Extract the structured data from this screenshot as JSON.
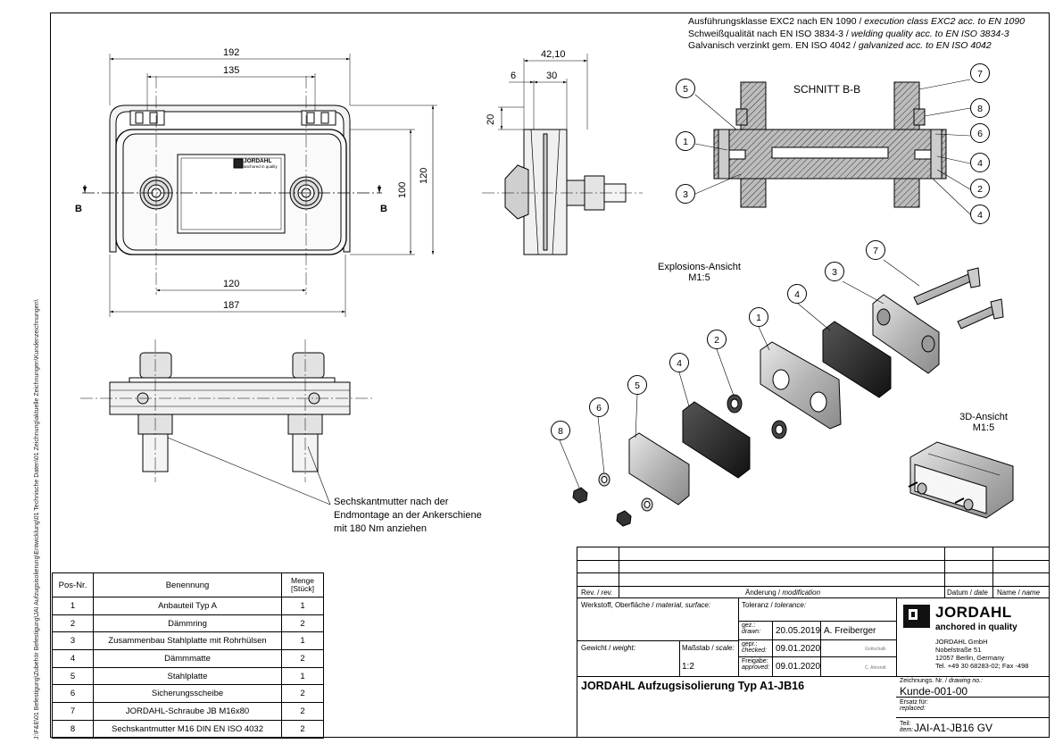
{
  "notes": {
    "line1_de": "Ausführungsklasse EXC2 nach EN 1090 /",
    "line1_en": "execution class EXC2 acc. to EN 1090",
    "line2_de": "Schweißqualität nach EN ISO 3834-3 /",
    "line2_en": "welding quality acc. to EN ISO 3834-3",
    "line3_de": "Galvanisch verzinkt gem. EN ISO 4042 /",
    "line3_en": "galvanized acc. to EN ISO 4042"
  },
  "side_path": "J:\\F&E\\01 Befestigung\\Zubehör Befestigung\\JAI Aufzugsisolierung\\Entwicklung\\01 Technische Daten\\01 Zeichnung\\aktuelle Zeichnungen\\Kundenzeichnungen\\",
  "dimensions": {
    "d192": "192",
    "d135": "135",
    "d120_bottom": "120",
    "d187": "187",
    "d100": "100",
    "d120_side": "120",
    "d42": "42,10",
    "d6": "6",
    "d30": "30",
    "d20": "20",
    "section_mark": "B"
  },
  "plate_text": {
    "brand": "JORDAHL",
    "tagline": "anchored in quality"
  },
  "section_title": "SCHNITT B-B",
  "explosion": {
    "title": "Explosions-Ansicht",
    "scale": "M1:5"
  },
  "view3d": {
    "title": "3D-Ansicht",
    "scale": "M1:5"
  },
  "torque_note": {
    "line1": "Sechskantmutter nach der",
    "line2": "Endmontage an der Ankerschiene",
    "line3": "mit 180 Nm anziehen"
  },
  "bubbles": {
    "section": [
      "5",
      "7",
      "8",
      "1",
      "6",
      "3",
      "4",
      "2",
      "4"
    ],
    "explosion": [
      "7",
      "3",
      "4",
      "1",
      "2",
      "4",
      "5",
      "6",
      "8"
    ]
  },
  "parts_table": {
    "headers": [
      "Pos-Nr.",
      "Benennung",
      "Menge [Stück]"
    ],
    "rows": [
      {
        "pos": "1",
        "name": "Anbauteil Typ A",
        "qty": "1"
      },
      {
        "pos": "2",
        "name": "Dämmring",
        "qty": "2"
      },
      {
        "pos": "3",
        "name": "Zusammenbau Stahlplatte mit Rohrhülsen",
        "qty": "1"
      },
      {
        "pos": "4",
        "name": "Dämmmatte",
        "qty": "2"
      },
      {
        "pos": "5",
        "name": "Stahlplatte",
        "qty": "1"
      },
      {
        "pos": "6",
        "name": "Sicherungsscheibe",
        "qty": "2"
      },
      {
        "pos": "7",
        "name": "JORDAHL-Schraube JB M16x80",
        "qty": "2"
      },
      {
        "pos": "8",
        "name": "Sechskantmutter M16 DIN EN ISO 4032",
        "qty": "2"
      }
    ]
  },
  "title_block": {
    "rev": "Rev. / ",
    "rev_en": "rev.",
    "change": "Änderung / ",
    "change_en": "modification",
    "date": "Datum / ",
    "date_en": "date",
    "name": "Name / ",
    "name_en": "name",
    "material": "Werkstoff, Oberfläche / ",
    "material_en": "material, surface:",
    "tolerance": "Toleranz / ",
    "tolerance_en": "tolerance:",
    "drawn_label": "gez.:",
    "drawn_en": "drawn:",
    "drawn_date": "20.05.2019",
    "drawn_name": "A. Freiberger",
    "checked_label": "gepr.:",
    "checked_en": "checked:",
    "checked_date": "09.01.2020",
    "checked_name": "Gottschalk",
    "approved_label": "Freigabe:",
    "approved_en": "approved:",
    "approved_date": "09.01.2020",
    "approved_name": "C. Ahrendt",
    "weight": "Gewicht / ",
    "weight_en": "weight:",
    "scale": "Maßstab / ",
    "scale_en": "scale:",
    "scale_value": "1:2",
    "company_brand": "JORDAHL",
    "company_tagline": "anchored in quality",
    "company_name": "JORDAHL GmbH",
    "company_street": "Nobelstraße 51",
    "company_city": "12057 Berlin, Germany",
    "company_tel": "Tel. +49 30 68283-02; Fax -498",
    "drawing_title": "JORDAHL Aufzugsisolierung Typ A1-JB16",
    "drawing_no_label": "Zeichnungs. Nr. / ",
    "drawing_no_en": "drawing no.:",
    "drawing_no": "Kunde-001-00",
    "replaced_label": "Ersatz für:",
    "replaced_en": "replaced:",
    "item_label": "Teil:",
    "item_en": "item:",
    "item": "JAI-A1-JB16 GV"
  }
}
